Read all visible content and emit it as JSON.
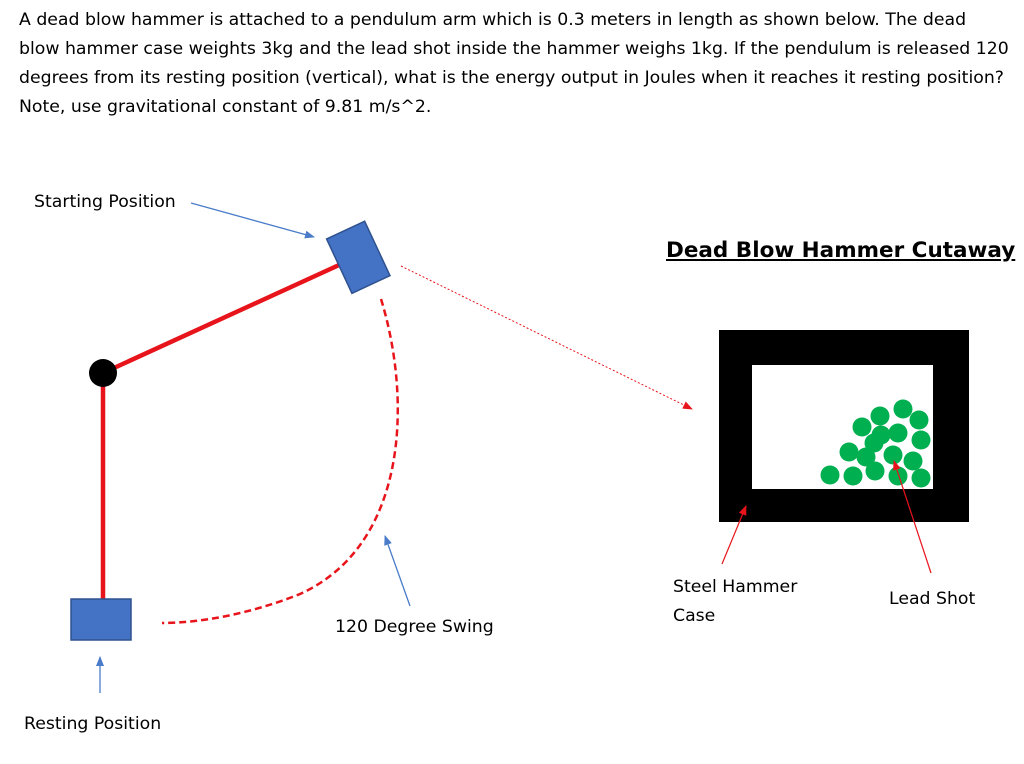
{
  "question": "A dead blow hammer is attached to a pendulum arm which is 0.3 meters in length as shown below. The dead blow hammer case weights 3kg and the lead shot inside the hammer weighs 1kg. If the pendulum is released 120 degrees from its resting position (vertical), what is the energy output in Joules when it reaches it resting position? Note, use gravitational constant of 9.81 m/s^2.",
  "labels": {
    "starting_position": "Starting Position",
    "resting_position": "Resting Position",
    "swing": "120 Degree Swing",
    "cutaway_title": "Dead Blow Hammer Cutaway",
    "case_line1": "Steel Hammer",
    "case_line2": "Case",
    "lead_shot": "Lead Shot"
  },
  "colors": {
    "arm": "#e8141b",
    "hammer": "#4472c4",
    "hammer_border": "#2f528f",
    "pointer": "#4a7cc9",
    "lead_shot": "#00b050",
    "case": "#000000"
  }
}
